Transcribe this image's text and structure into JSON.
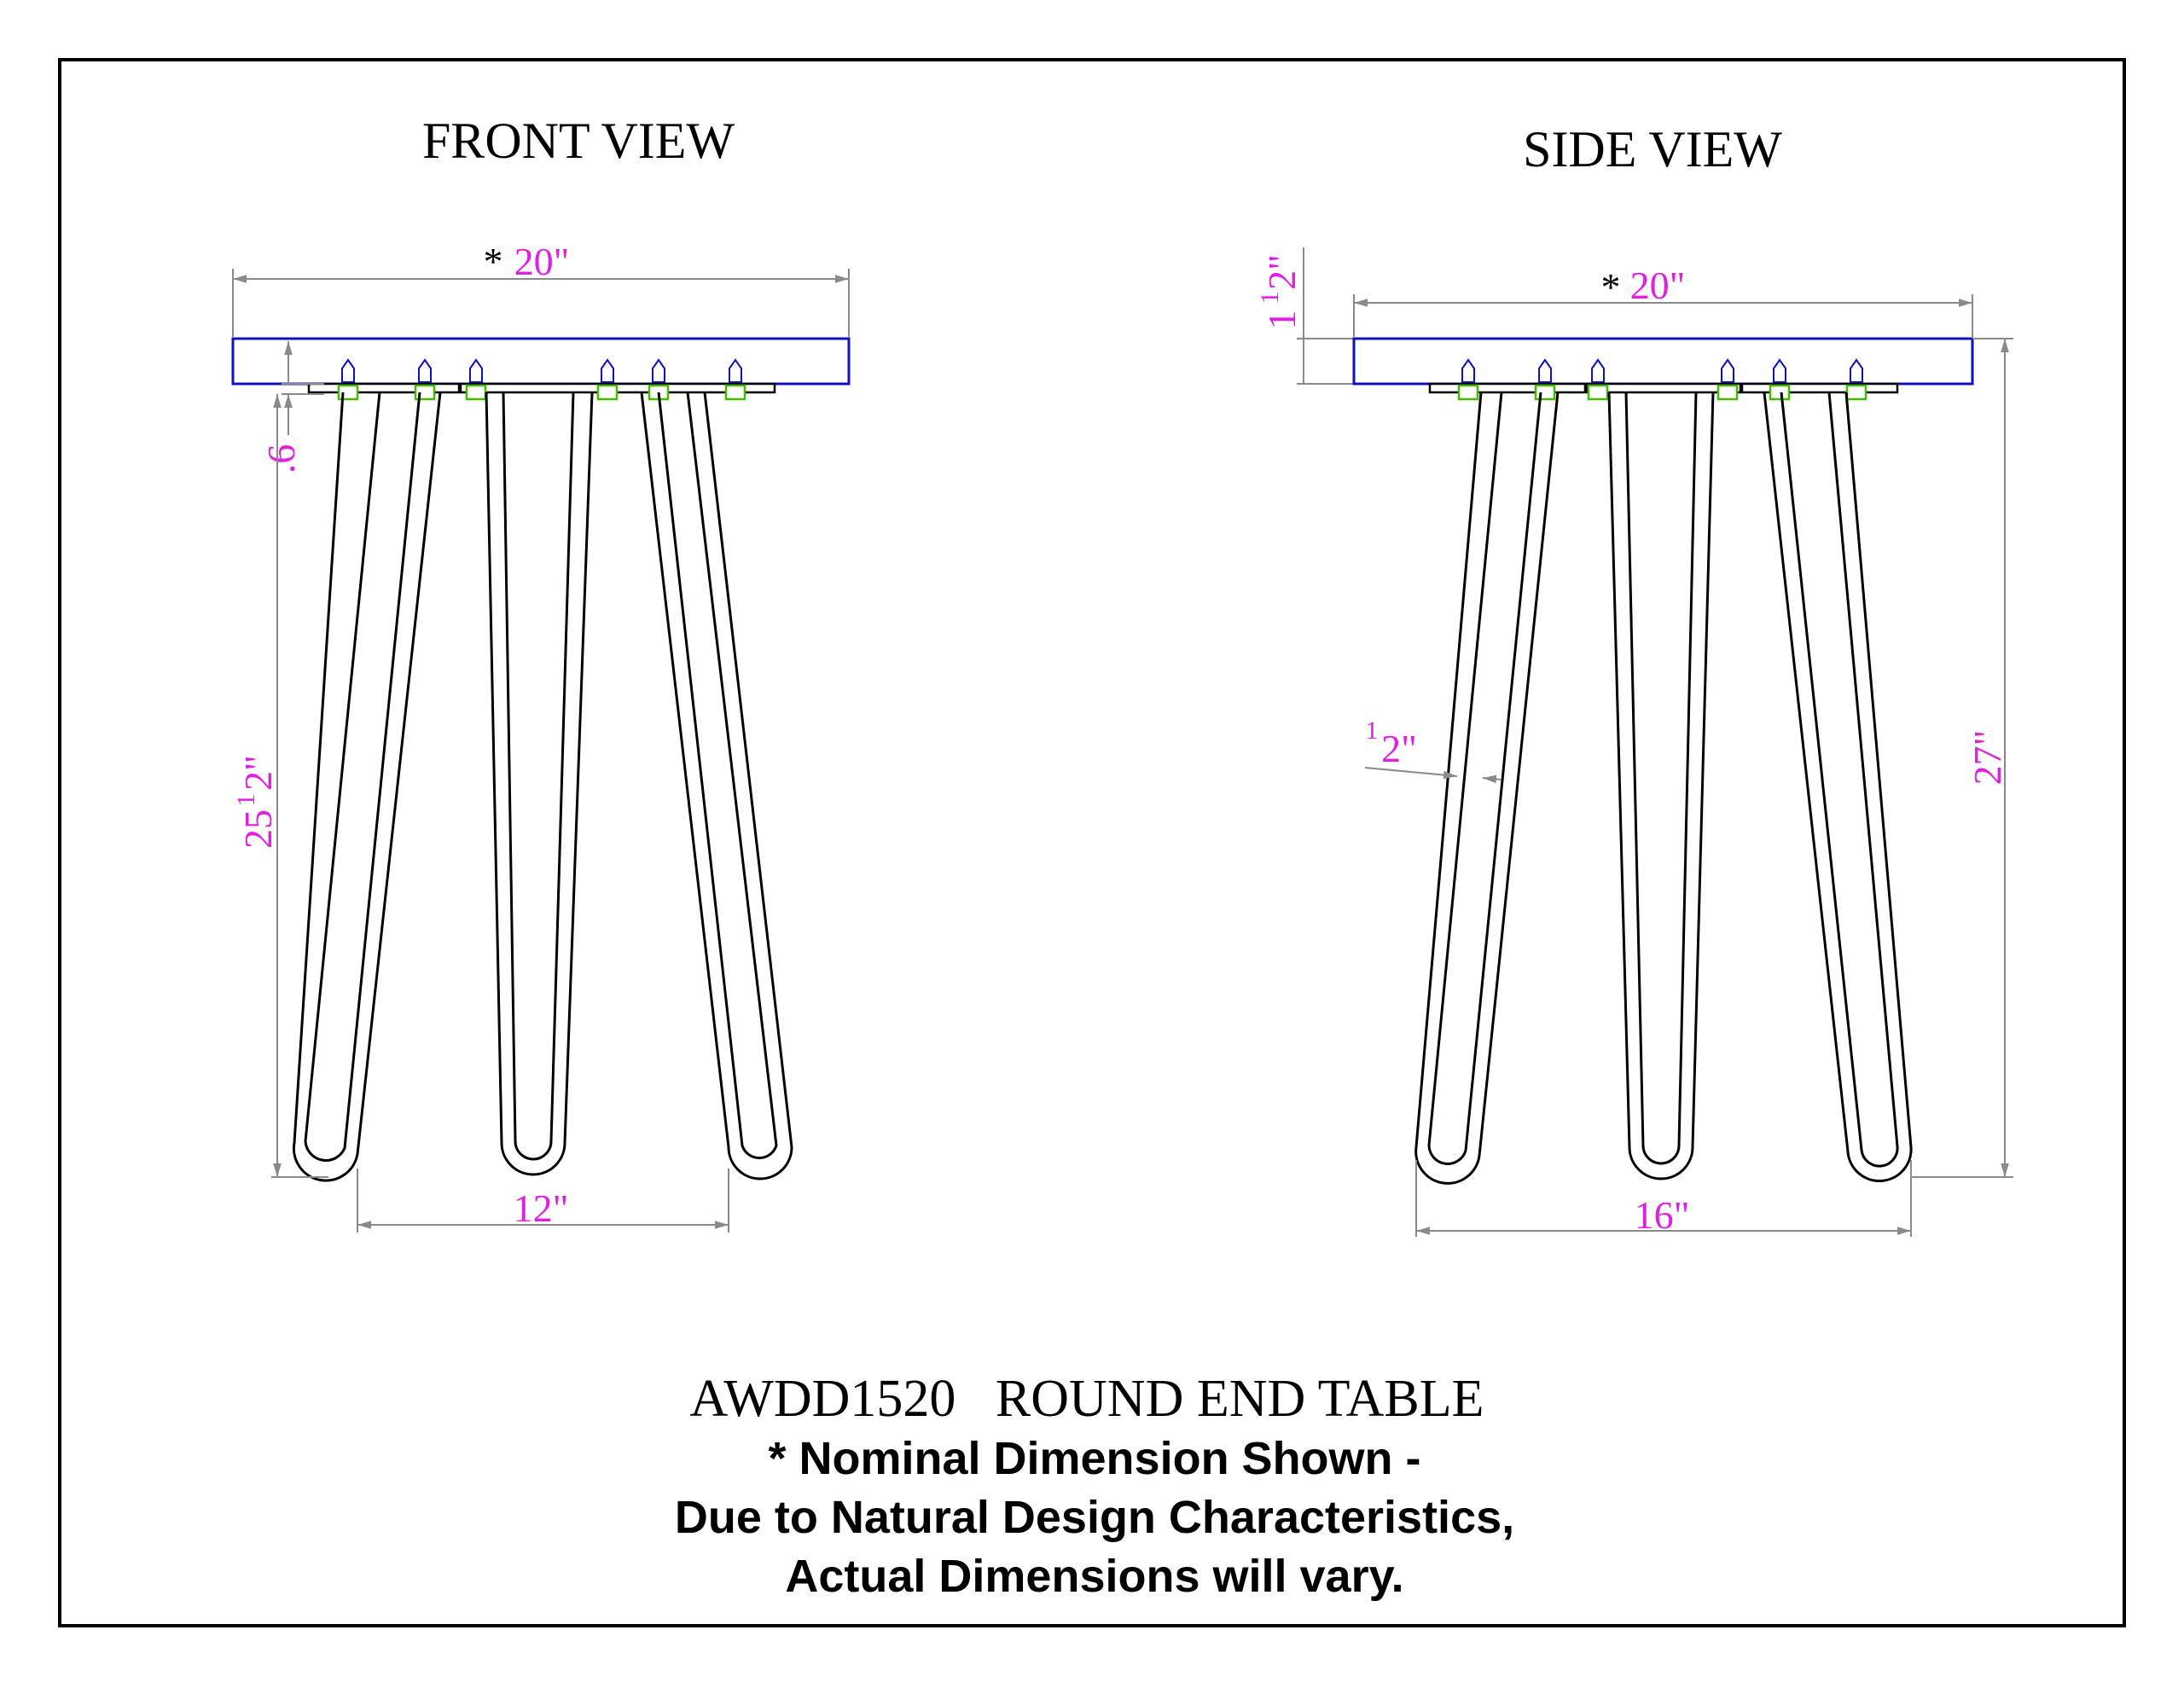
{
  "front_view": {
    "title": "FRONT VIEW",
    "width_star": "*",
    "width": "20\"",
    "bracket_height": ".6",
    "leg_height_whole": "25",
    "leg_height_num": "1",
    "leg_height_den": "2\"",
    "leg_spread": "12\""
  },
  "side_view": {
    "title": "SIDE VIEW",
    "width_star": "*",
    "width": "20\"",
    "top_thickness_num": "1",
    "top_thickness_den": "2\"",
    "rod_num": "1",
    "rod_den": "2\"",
    "overall_height": "27\"",
    "leg_spread": "16\""
  },
  "footer": {
    "model": "AWDD1520   ROUND END TABLE",
    "note_1": "* Nominal Dimension Shown -",
    "note_2": "Due to Natural Design Characteristics,",
    "note_3": "Actual Dimensions will vary."
  },
  "colors": {
    "dimension_text": "#e020e0",
    "table_top": "#1010c0",
    "nut": "#44bb00",
    "dimension_line": "#8a8a8a"
  }
}
